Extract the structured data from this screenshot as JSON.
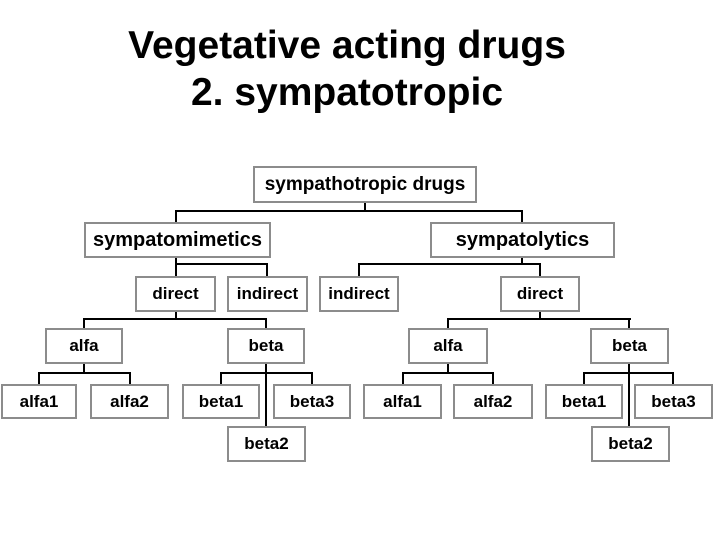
{
  "slide": {
    "title_line1": "Vegetative acting drugs",
    "title_line2": "2. sympatotropic"
  },
  "colors": {
    "background": "#ffffff",
    "box_border": "#8c8c8c",
    "box_fill": "#ffffff",
    "connector_line": "#000000",
    "text": "#000000"
  },
  "tree": {
    "label": "sympathotropic drugs",
    "children": [
      {
        "label": "sympatomimetics",
        "children": [
          {
            "label": "direct",
            "children": [
              {
                "label": "alfa",
                "children": [
                  {
                    "label": "alfa1"
                  },
                  {
                    "label": "alfa2"
                  }
                ]
              },
              {
                "label": "beta",
                "children": [
                  {
                    "label": "beta1"
                  },
                  {
                    "label": "beta3"
                  },
                  {
                    "label": "beta2"
                  }
                ]
              }
            ]
          },
          {
            "label": "indirect",
            "children": []
          }
        ]
      },
      {
        "label": "sympatolytics",
        "children": [
          {
            "label": "indirect",
            "children": []
          },
          {
            "label": "direct",
            "children": [
              {
                "label": "alfa",
                "children": [
                  {
                    "label": "alfa1"
                  },
                  {
                    "label": "alfa2"
                  }
                ]
              },
              {
                "label": "beta",
                "children": [
                  {
                    "label": "beta1"
                  },
                  {
                    "label": "beta3"
                  },
                  {
                    "label": "beta2"
                  }
                ]
              }
            ]
          }
        ]
      }
    ]
  }
}
